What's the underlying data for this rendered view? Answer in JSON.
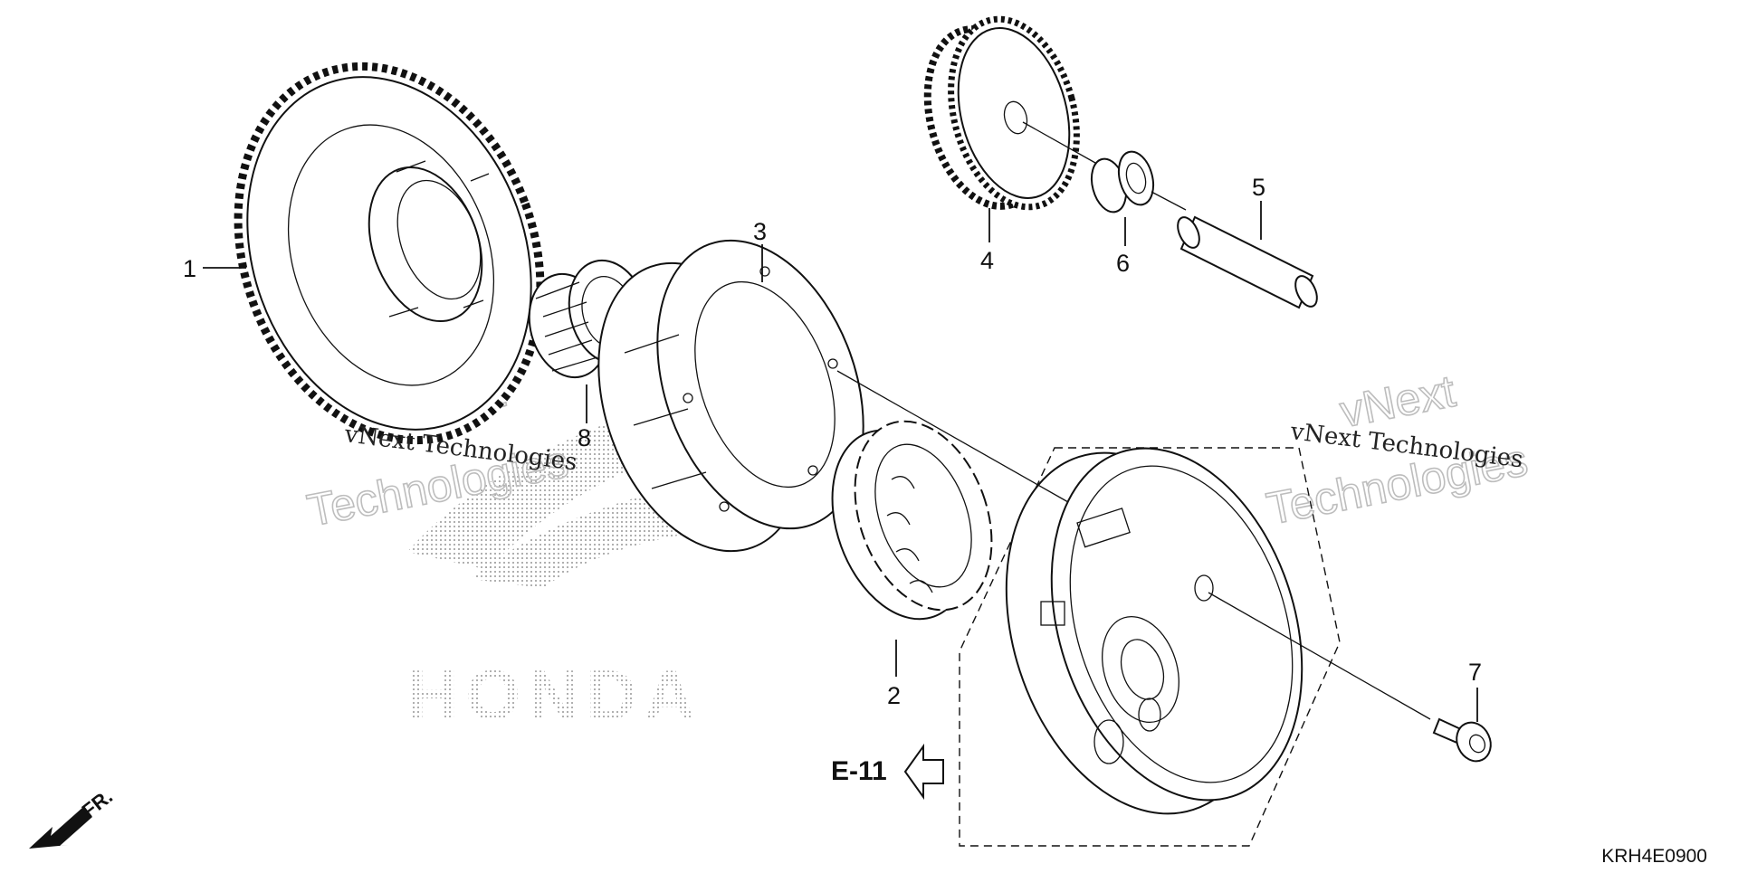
{
  "callouts": {
    "p1": "1",
    "p2": "2",
    "p3": "3",
    "p4": "4",
    "p5": "5",
    "p6": "6",
    "p7": "7",
    "p8": "8"
  },
  "ref_label": "E-11",
  "direction_label": "FR.",
  "diagram_code": "KRH4E0900",
  "watermarks": {
    "company": "vNext Technologies",
    "outline_line1": "vNext",
    "outline_line2": "Technologies",
    "brand": "HONDA"
  },
  "colors": {
    "ink": "#111111",
    "watermark_gray": "#bdbdbd",
    "logo_dots": "#9a9a9a"
  }
}
